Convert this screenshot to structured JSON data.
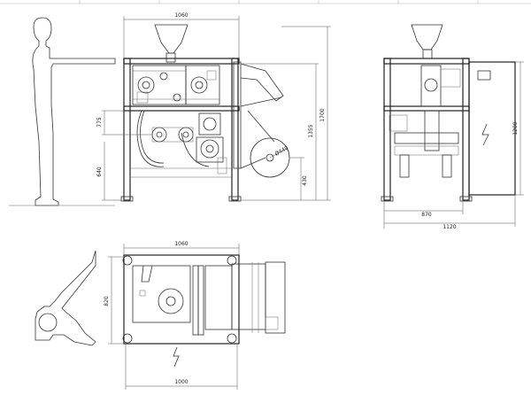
{
  "front_view": {
    "width_label": "1060",
    "height_total_label": "1700",
    "height_table_label": "1355",
    "height_inner_label": "775",
    "height_low_label": "640",
    "height_bottom_label": "430",
    "roll_diameter_label": "Ø440"
  },
  "side_view": {
    "base_width_label": "870",
    "overall_width_label": "1120",
    "height_label": "1200"
  },
  "top_view": {
    "width_top_label": "1060",
    "width_bottom_label": "1000",
    "depth_label": "820"
  }
}
